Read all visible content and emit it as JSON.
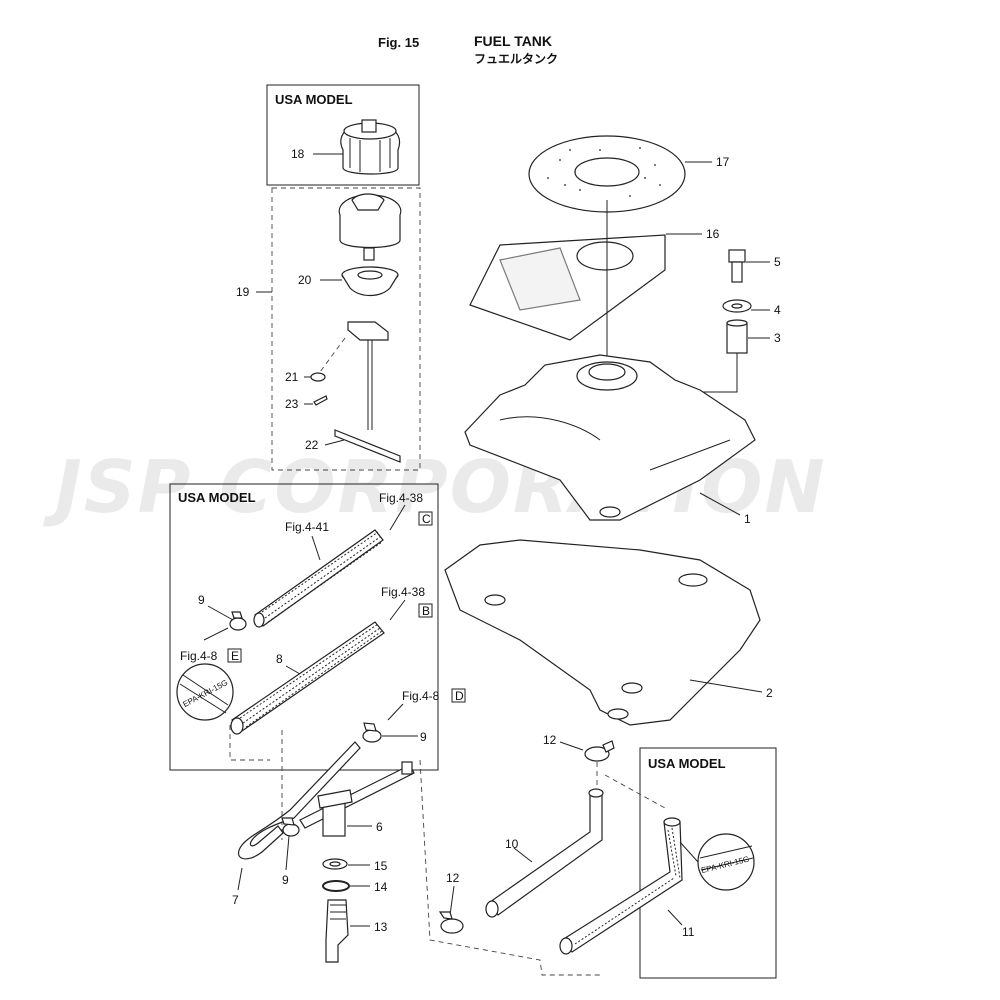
{
  "header": {
    "fig_no": "Fig. 15",
    "title_en": "FUEL TANK",
    "title_jp": "フュエルタンク"
  },
  "watermark": "JSP CORPORATION",
  "boxes": {
    "usa_cap": "USA MODEL",
    "usa_hose": "USA MODEL",
    "usa_hose2": "USA MODEL"
  },
  "refs": {
    "fig438c_text": "Fig.4-38",
    "fig438c_letter": "C",
    "fig441": "Fig.4-41",
    "fig438b_text": "Fig.4-38",
    "fig438b_letter": "B",
    "fig48e_text": "Fig.4-8",
    "fig48e_letter": "E",
    "fig48d_text": "Fig.4-8",
    "fig48d_letter": "D"
  },
  "epa_tag": "EPA-KRI-15G",
  "parts": {
    "p1": "1",
    "p2": "2",
    "p3": "3",
    "p4": "4",
    "p5": "5",
    "p6": "6",
    "p7": "7",
    "p8": "8",
    "p9a": "9",
    "p9b": "9",
    "p9c": "9",
    "p10": "10",
    "p11": "11",
    "p12a": "12",
    "p12b": "12",
    "p13": "13",
    "p14": "14",
    "p15": "15",
    "p16": "16",
    "p17": "17",
    "p18": "18",
    "p19": "19",
    "p20": "20",
    "p21": "21",
    "p22": "22",
    "p23": "23"
  },
  "colors": {
    "line": "#222222",
    "watermark": "#d9d9d9"
  }
}
